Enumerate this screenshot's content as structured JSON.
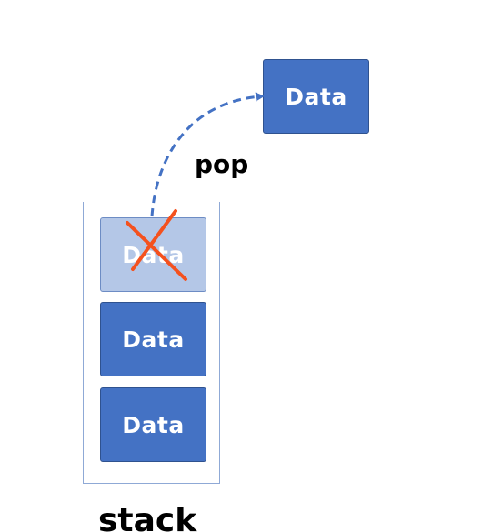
{
  "diagram": {
    "popped_box_label": "Data",
    "operation_label": "pop",
    "stack_label": "stack",
    "stack_items": [
      {
        "label": "Data",
        "state": "removed"
      },
      {
        "label": "Data",
        "state": "present"
      },
      {
        "label": "Data",
        "state": "present"
      }
    ],
    "colors": {
      "box_fill": "#4472c4",
      "box_fill_removed": "#b4c7e7",
      "arrow": "#4472c4",
      "cross_mark": "#f4511e",
      "container_border": "#8fa9d6"
    }
  }
}
